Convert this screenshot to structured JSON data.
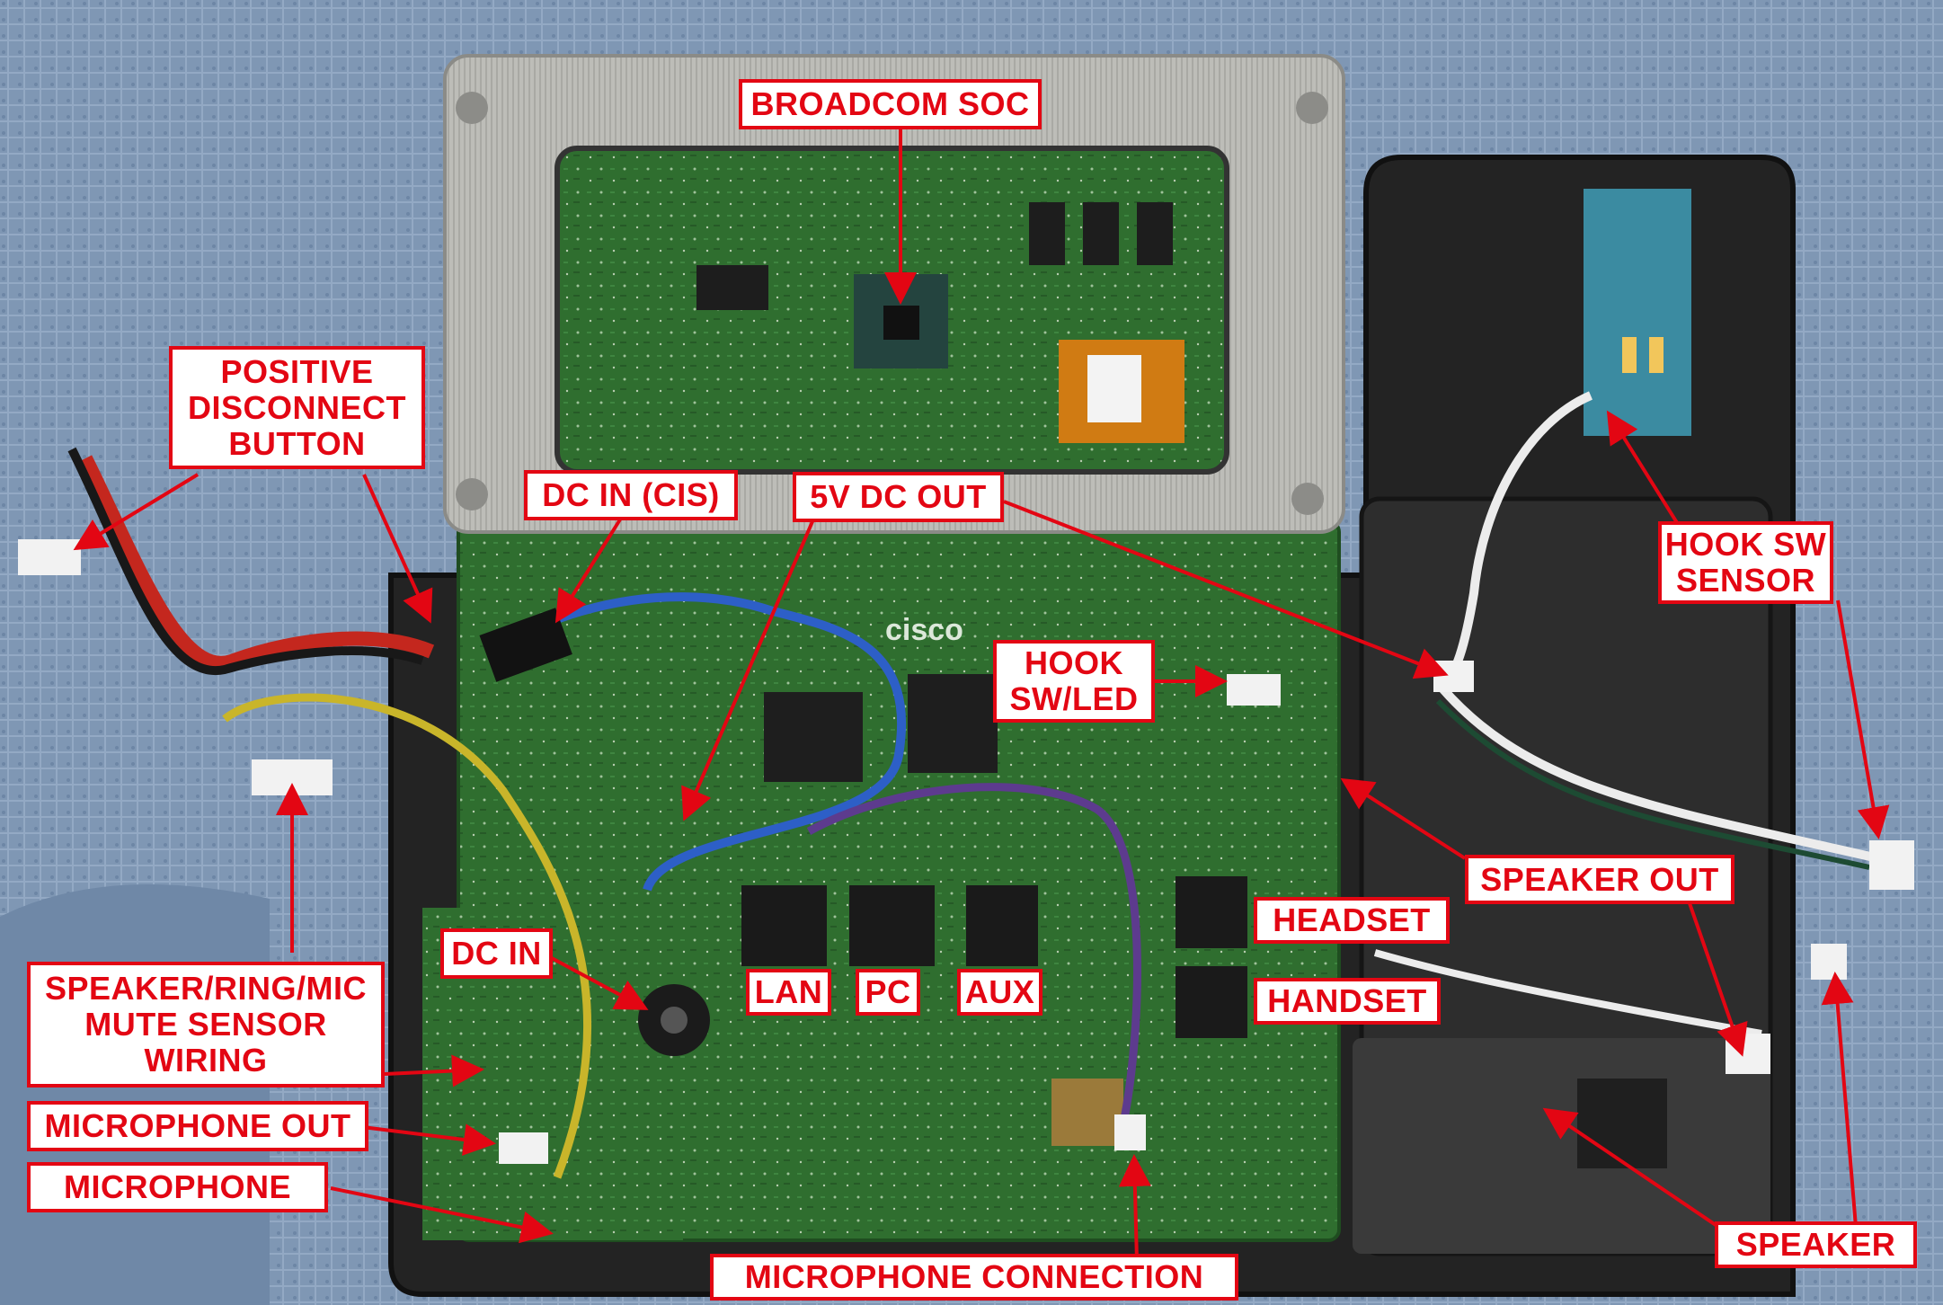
{
  "labels": {
    "broadcom_soc": "BROADCOM SOC",
    "positive_disconnect": "POSITIVE\nDISCONNECT\nBUTTON",
    "dc_in_cis": "DC IN (CIS)",
    "dc_out_5v": "5V DC OUT",
    "hook_sw_sensor": "HOOK SW\nSENSOR",
    "hook_sw_led": "HOOK\nSW/LED",
    "speaker_out": "SPEAKER OUT",
    "headset": "HEADSET",
    "handset": "HANDSET",
    "lan": "LAN",
    "pc": "PC",
    "aux": "AUX",
    "dc_in": "DC IN",
    "speaker_ring_mic": "SPEAKER/RING/MIC\nMUTE SENSOR\nWIRING",
    "microphone_out": "MICROPHONE OUT",
    "microphone": "MICROPHONE",
    "microphone_connection": "MICROPHONE CONNECTION",
    "speaker": "SPEAKER"
  },
  "board_markings": {
    "brand": "cisco"
  },
  "colors": {
    "annotation_red": "#e30613",
    "towel_blue": "#7f97b4",
    "pcb_green": "#2f6e2f",
    "shield_metal": "#b9b9b4",
    "housing_black": "#262626"
  }
}
